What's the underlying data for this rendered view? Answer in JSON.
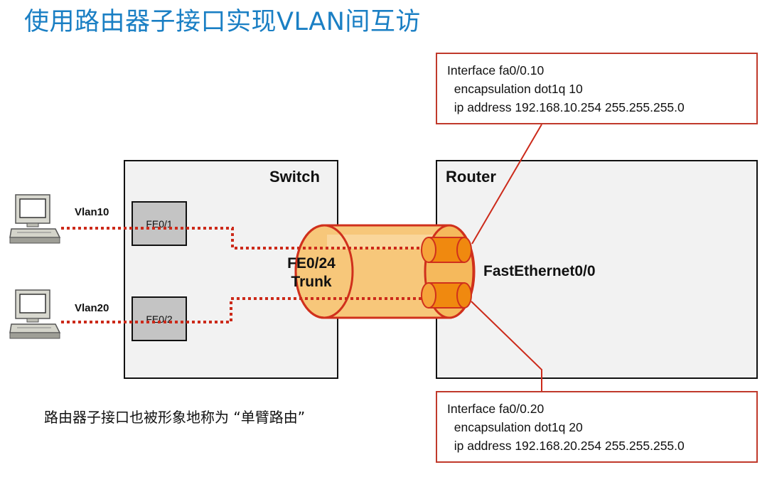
{
  "title": "使用路由器子接口实现VLAN间互访",
  "switch": {
    "label": "Switch",
    "ports": [
      {
        "label": "FE0/1",
        "vlan": "Vlan10"
      },
      {
        "label": "FE0/2",
        "vlan": "Vlan20"
      }
    ]
  },
  "trunk": {
    "line1": "FE0/24",
    "line2": "Trunk"
  },
  "router": {
    "label": "Router",
    "interface": "FastEthernet0/0"
  },
  "configs": [
    {
      "line1": "Interface fa0/0.10",
      "line2": "  encapsulation dot1q 10",
      "line3": "  ip address 192.168.10.254 255.255.255.0"
    },
    {
      "line1": "Interface fa0/0.20",
      "line2": "  encapsulation dot1q 20",
      "line3": "  ip address 192.168.20.254 255.255.255.0"
    }
  ],
  "caption": "路由器子接口也被形象地称为 “单臂路由”",
  "colors": {
    "title": "#1a7fc4",
    "link": "#cc2a1a",
    "trunk_fill": "#f7c77a",
    "trunk_stroke": "#d0301c",
    "subif_fill": "#f0890f"
  }
}
